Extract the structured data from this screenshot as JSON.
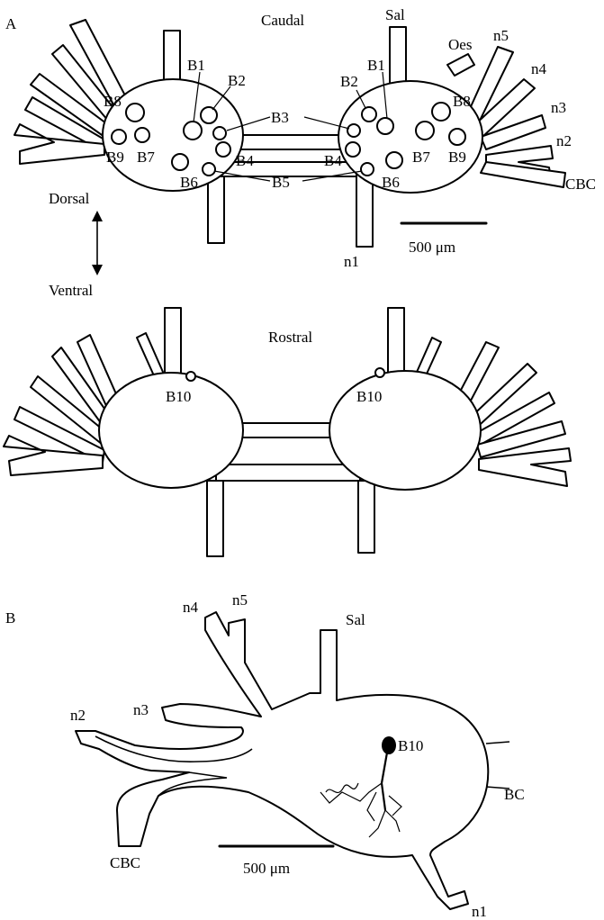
{
  "panels": {
    "a": "A",
    "b": "B"
  },
  "caudal": {
    "title": "Caudal",
    "neuron_labels_left": [
      "B1",
      "B2",
      "B3",
      "B4",
      "B5",
      "B6",
      "B7",
      "B8",
      "B9"
    ],
    "neuron_labels_right": [
      "B1",
      "B2",
      "B4",
      "B6",
      "B7",
      "B8",
      "B9"
    ],
    "nerve_labels": [
      "Sal",
      "Oes",
      "n5",
      "n4",
      "n3",
      "n2",
      "CBC",
      "n1"
    ],
    "orientation": {
      "top": "Dorsal",
      "bottom": "Ventral"
    },
    "scale_bar": "500 μm"
  },
  "rostral": {
    "title": "Rostral",
    "neuron_labels": [
      "B10",
      "B10"
    ]
  },
  "panel_b": {
    "nerve_labels": [
      "n4",
      "n5",
      "Sal",
      "n3",
      "n2",
      "B10",
      "BC",
      "CBC",
      "n1"
    ],
    "scale_bar": "500 μm"
  }
}
